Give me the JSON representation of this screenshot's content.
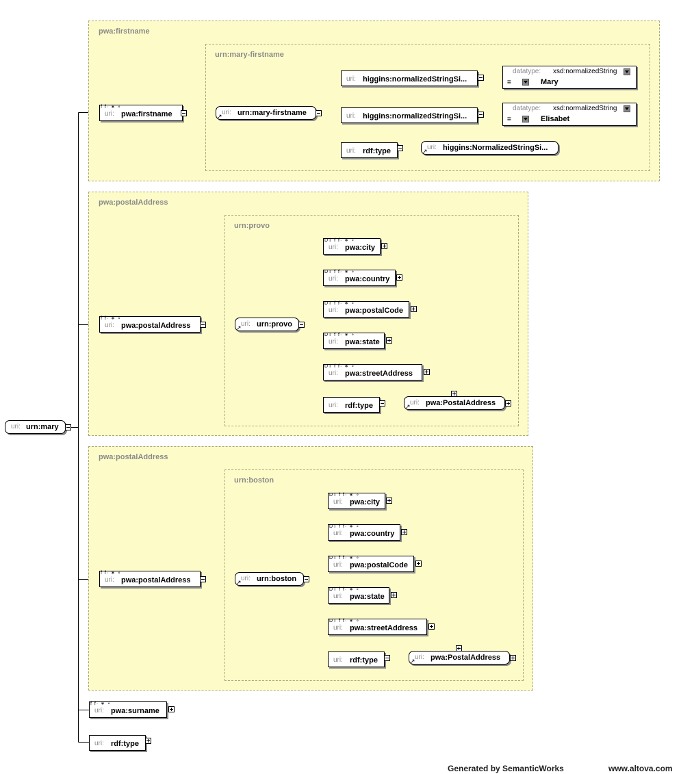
{
  "uri_label": "uri:",
  "flags": "f  f· ∗ ∘",
  "dt_flags": "DT f  f· ∗ ∘",
  "root": {
    "name": "urn:mary"
  },
  "groups": {
    "firstname": {
      "label": "pwa:firstname",
      "inner_label": "urn:mary-firstname",
      "property": "pwa:firstname",
      "resource": "urn:mary-firstname",
      "literals": [
        {
          "property": "higgins:normalizedStringSi...",
          "datatype_label": "datatype:",
          "datatype": "xsd:normalizedString",
          "eq": "=",
          "value": "Mary"
        },
        {
          "property": "higgins:normalizedStringSi...",
          "datatype_label": "datatype:",
          "datatype": "xsd:normalizedString",
          "eq": "=",
          "value": "Elisabet"
        }
      ],
      "type_property": "rdf:type",
      "type_value": "higgins:NormalizedStringSi..."
    },
    "provo": {
      "label": "pwa:postalAddress",
      "inner_label": "urn:provo",
      "property": "pwa:postalAddress",
      "resource": "urn:provo",
      "props": [
        "pwa:city",
        "pwa:country",
        "pwa:postalCode",
        "pwa:state",
        "pwa:streetAddress"
      ],
      "type_property": "rdf:type",
      "type_value": "pwa:PostalAddress"
    },
    "boston": {
      "label": "pwa:postalAddress",
      "inner_label": "urn:boston",
      "property": "pwa:postalAddress",
      "resource": "urn:boston",
      "props": [
        "pwa:city",
        "pwa:country",
        "pwa:postalCode",
        "pwa:state",
        "pwa:streetAddress"
      ],
      "type_property": "rdf:type",
      "type_value": "pwa:PostalAddress"
    }
  },
  "bottom_props": {
    "surname": "pwa:surname",
    "type": "rdf:type"
  },
  "footer": {
    "generated": "Generated by SemanticWorks",
    "site": "www.altova.com"
  }
}
